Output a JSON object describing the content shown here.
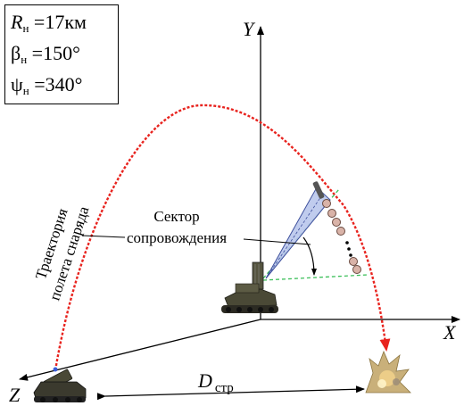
{
  "params": {
    "r": {
      "symbol": "R",
      "sub": "н",
      "eq": "=",
      "value": "17км"
    },
    "beta": {
      "symbol": "β",
      "sub": "н",
      "eq": "=",
      "value": "150°"
    },
    "psi": {
      "symbol": "ψ",
      "sub": "н",
      "eq": "=",
      "value": "340°"
    }
  },
  "axes": {
    "x": "X",
    "y": "Y",
    "z": "Z"
  },
  "labels": {
    "trajectory_line1": "Траектория",
    "trajectory_line2": "полета снаряда",
    "sector_line1": "Сектор",
    "sector_line2": "сопровождения",
    "distance_symbol": "D",
    "distance_sub": "стр"
  },
  "colors": {
    "trajectory": "#e8231e",
    "axis": "#000000",
    "guide_line": "#3cbf5a",
    "beam_fill": "#b9c6ec",
    "beam_stroke": "#3d4f9c",
    "marker_fill": "#d9b3a8",
    "marker_stroke": "#6a4a40",
    "vehicle": "#3b3a2e",
    "explosion": "#c9b07a"
  },
  "icons": [
    "radar-vehicle-icon",
    "launcher-vehicle-icon",
    "explosion-icon",
    "projectile-icon"
  ]
}
